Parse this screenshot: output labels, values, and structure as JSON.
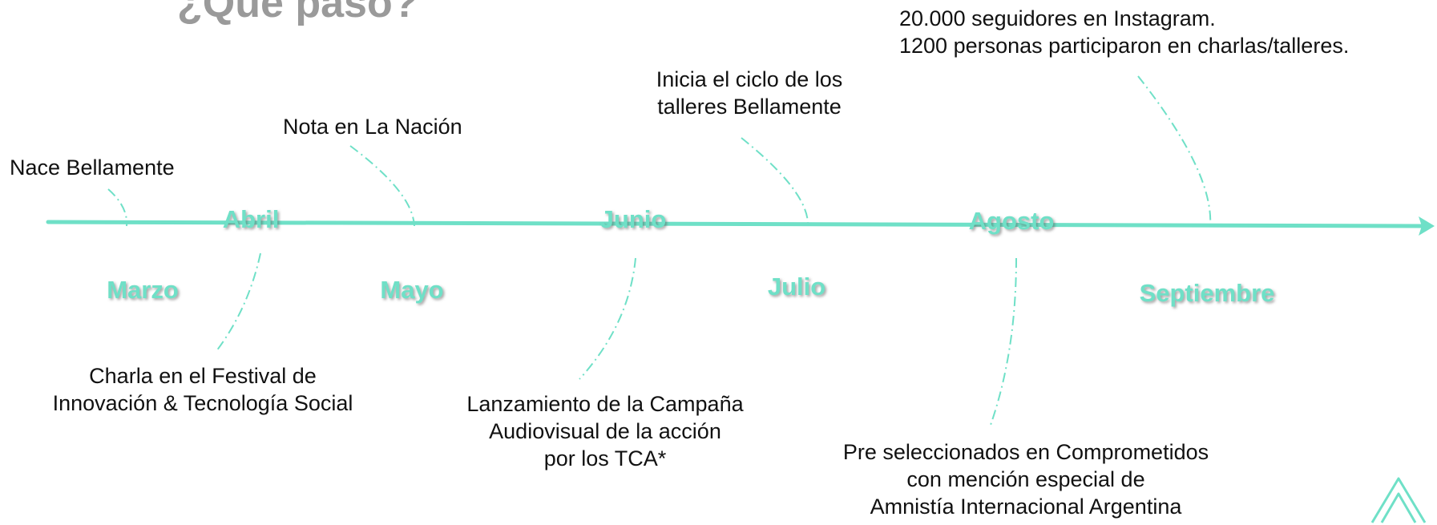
{
  "title": "¿Qué pasó?",
  "colors": {
    "accent": "#6fe0c7",
    "text": "#111111",
    "title": "#9a9a9a"
  },
  "months": {
    "marzo": "Marzo",
    "abril": "Abril",
    "mayo": "Mayo",
    "junio": "Junio",
    "julio": "Julio",
    "agosto": "Agosto",
    "septiembre": "Septiembre"
  },
  "events": {
    "nace": [
      "Nace Bellamente"
    ],
    "charla": [
      "Charla en el Festival de",
      "Innovación & Tecnología Social"
    ],
    "nota": [
      "Nota en La Nación"
    ],
    "lanzamiento": [
      "Lanzamiento de la Campaña",
      "Audiovisual de la acción",
      "por los TCA*"
    ],
    "talleres": [
      "Inicia el ciclo de los",
      "talleres Bellamente"
    ],
    "preseleccion": [
      "Pre seleccionados en Comprometidos",
      "con mención especial de",
      "Amnistía Internacional Argentina"
    ],
    "seguidores": [
      "20.000 seguidores en Instagram.",
      "1200 personas participaron en charlas/talleres."
    ]
  },
  "logo_icon": "chevron-up-double-icon"
}
